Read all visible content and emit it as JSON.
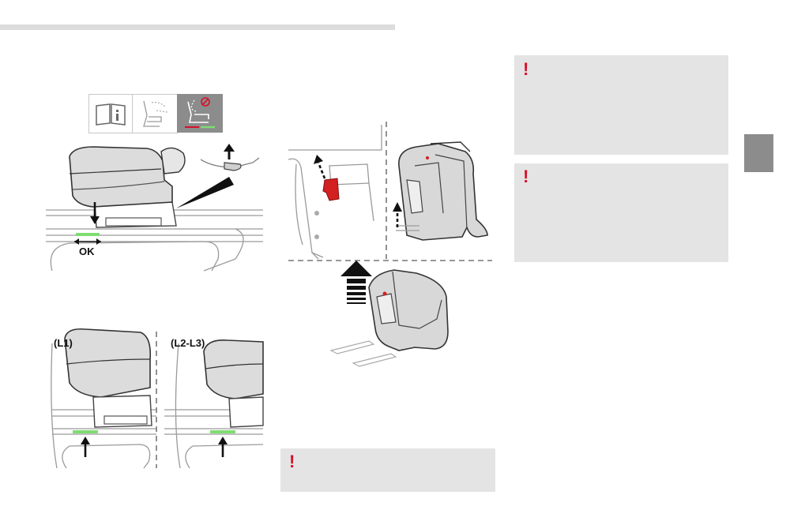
{
  "page": {
    "warning_mark": "!",
    "colors": {
      "rule": "#dcdcdc",
      "tab": "#8c8c8c",
      "warning_box": "#e4e4e4",
      "warning_mark": "#d6102a",
      "ok_green": "#7fdc72",
      "red_handle": "#d32020"
    }
  },
  "icon_strip": {
    "icons": [
      "manual-book-icon",
      "seat-recline-icon",
      "seat-removal-icon"
    ]
  },
  "illustration_1": {
    "ok_label": "OK"
  },
  "illustration_2": {
    "left_label": "(L1)",
    "right_label": "(L2-L3)"
  }
}
